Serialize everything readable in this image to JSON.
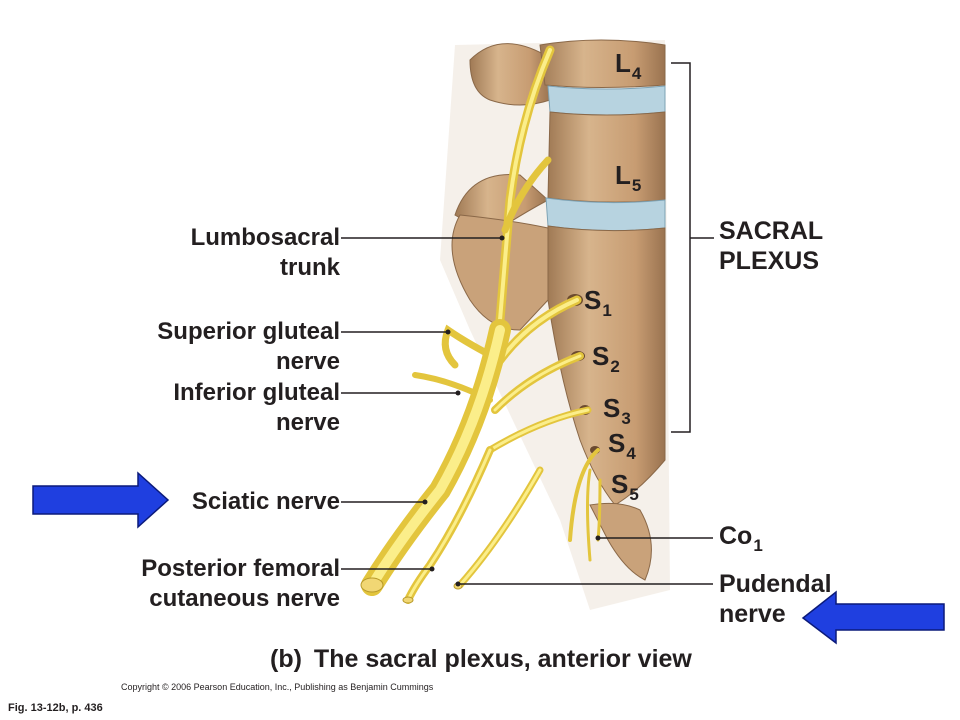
{
  "labels": {
    "lumbosacral": [
      "Lumbosacral",
      "trunk"
    ],
    "superior_gluteal": [
      "Superior gluteal",
      "nerve"
    ],
    "inferior_gluteal": [
      "Inferior gluteal",
      "nerve"
    ],
    "sciatic": "Sciatic nerve",
    "posterior_femoral": [
      "Posterior femoral",
      "cutaneous nerve"
    ],
    "sacral_plexus": [
      "SACRAL",
      "PLEXUS"
    ],
    "coccygeal": {
      "main": "Co",
      "sub": "1"
    },
    "pudendal": [
      "Pudendal",
      "nerve"
    ]
  },
  "vertebrae": [
    {
      "main": "L",
      "sub": "4"
    },
    {
      "main": "L",
      "sub": "5"
    },
    {
      "main": "S",
      "sub": "1"
    },
    {
      "main": "S",
      "sub": "2"
    },
    {
      "main": "S",
      "sub": "3"
    },
    {
      "main": "S",
      "sub": "4"
    },
    {
      "main": "S",
      "sub": "5"
    }
  ],
  "caption": {
    "part": "(b)",
    "text": "The sacral plexus, anterior view"
  },
  "copyright": "Copyright © 2006 Pearson Education, Inc., Publishing as Benjamin Cummings",
  "figure_ref": "Fig. 13-12b,  p. 436",
  "colors": {
    "arrow": "#1f3fe0",
    "nerve": "#f7e36a",
    "bone": "#c9a27a",
    "disc": "#b7d3e0",
    "text": "#231f20"
  }
}
